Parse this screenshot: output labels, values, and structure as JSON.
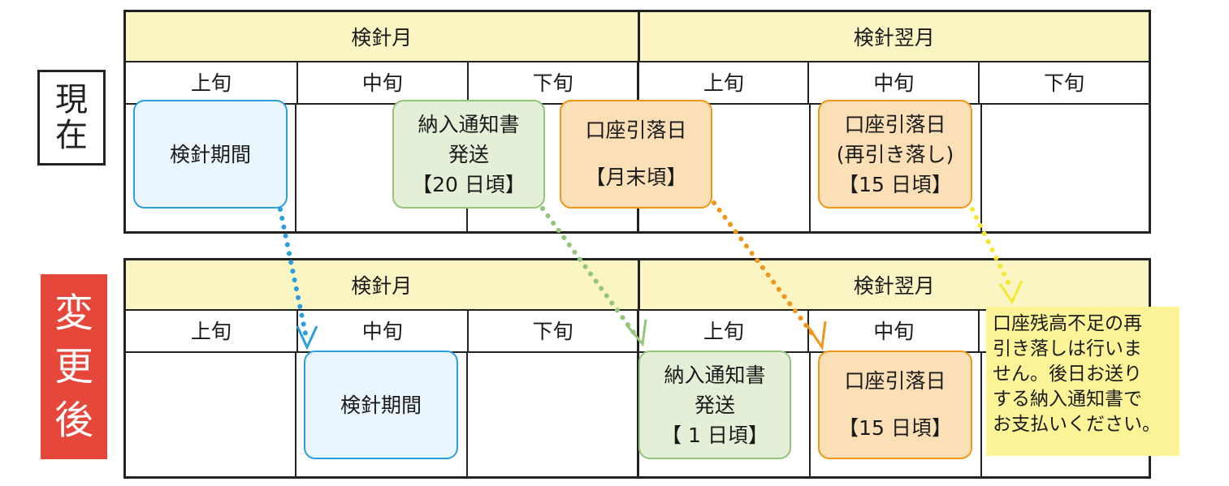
{
  "labels": {
    "current": [
      "現",
      "在"
    ],
    "after": [
      "変",
      "更",
      "後"
    ]
  },
  "months": {
    "meter_month": "検針月",
    "next_month": "検針翌月"
  },
  "decades": [
    "上旬",
    "中旬",
    "下旬",
    "上旬",
    "中旬",
    "下旬"
  ],
  "current": {
    "meter_period": "検針期間",
    "notice": [
      "納入通知書",
      "発送",
      "【20 日頃】"
    ],
    "debit": [
      "口座引落日",
      "【月末頃】"
    ],
    "redebit": [
      "口座引落日",
      "(再引き落し)",
      "【15 日頃】"
    ]
  },
  "after": {
    "meter_period": "検針期間",
    "notice": [
      "納入通知書",
      "発送",
      "【 1 日頃】"
    ],
    "debit": [
      "口座引落日",
      "【15 日頃】"
    ]
  },
  "note": [
    "口座残高不足の再",
    "引き落しは行いま",
    "せん。後日お送り",
    "する納入通知書で",
    "お支払いください。"
  ],
  "colors": {
    "blue": "#2b9ee0",
    "green": "#93c57a",
    "orange": "#f0961a",
    "yellow": "#f5e830",
    "header_bg": "#fbf5c4",
    "note_bg": "#fcf497",
    "after_label": "#e5473a"
  }
}
